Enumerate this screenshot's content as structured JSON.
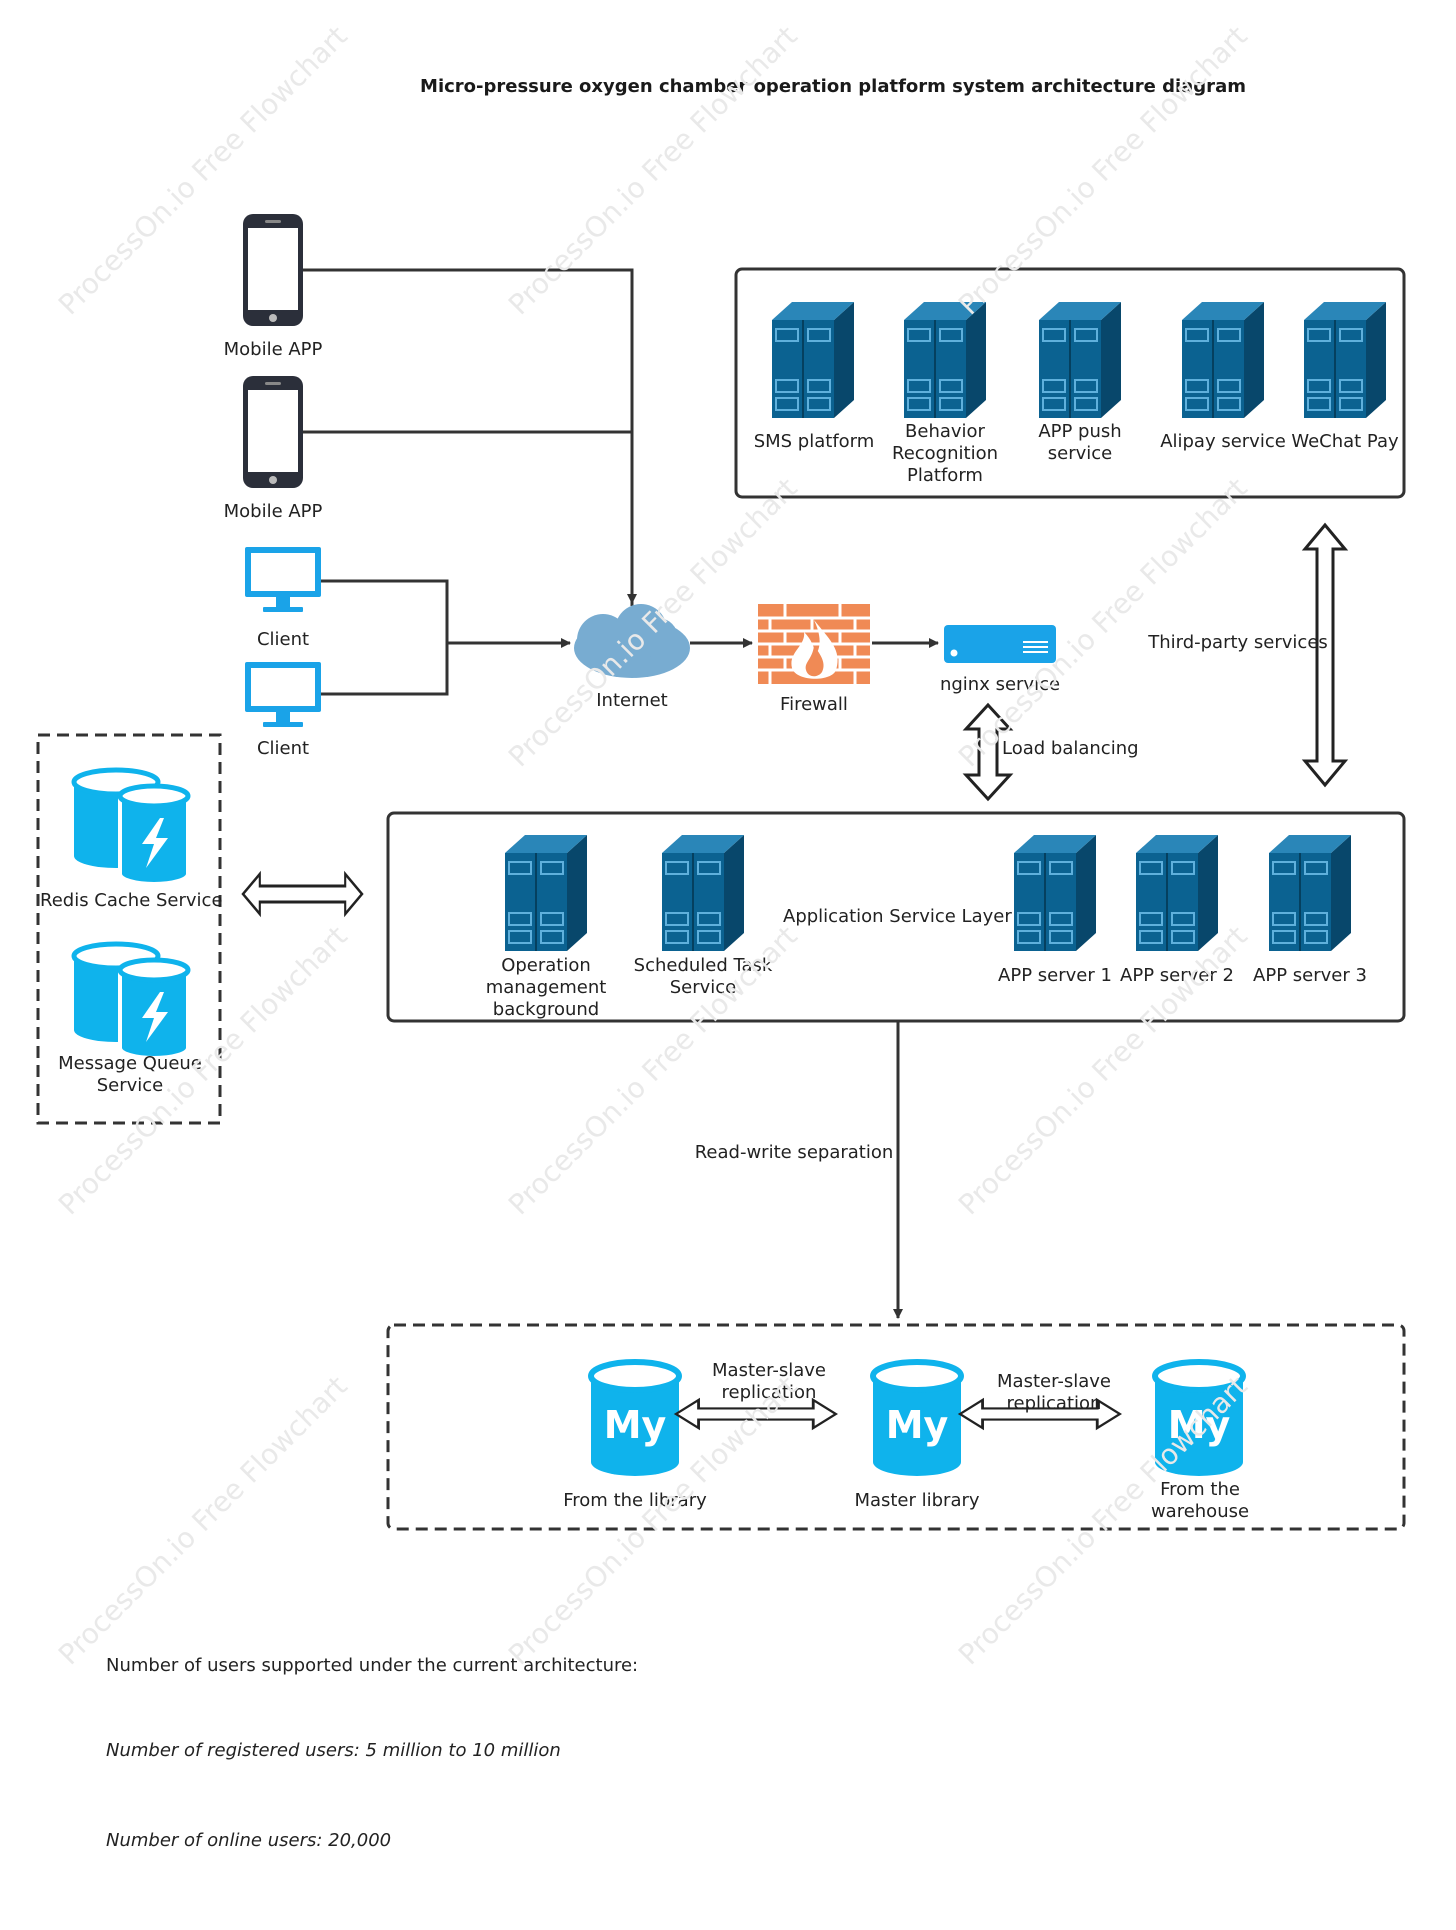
{
  "title": "Micro-pressure oxygen chamber operation platform system architecture diagram",
  "watermark": "ProcessOn.io Free Flowchart",
  "clients": {
    "mobile_1": "Mobile APP",
    "mobile_2": "Mobile APP",
    "client_1": "Client",
    "client_2": "Client"
  },
  "network": {
    "internet": "Internet",
    "firewall": "Firewall",
    "nginx": "nginx service",
    "load_balancing": "Load balancing"
  },
  "third_party": {
    "label": "Third-party services",
    "services": [
      "SMS platform",
      "Behavior Recognition Platform",
      "APP push service",
      "Alipay service",
      "WeChat Pay"
    ]
  },
  "middleware": {
    "redis": "Redis Cache Service",
    "mq": "Message Queue Service"
  },
  "app_layer": {
    "label": "Application Service Layer",
    "operation": "Operation management background",
    "scheduled": "Scheduled Task Service",
    "servers": [
      "APP server 1",
      "APP server 2",
      "APP server 3"
    ]
  },
  "database": {
    "read_write": "Read-write separation",
    "from_library": "From the library",
    "master_library": "Master library",
    "from_warehouse": "From the warehouse",
    "replication_1": "Master-slave replication",
    "replication_2": "Master-slave replication",
    "db_logo": "My"
  },
  "notes": {
    "heading": "Number of users supported under the current architecture:",
    "registered": "Number of registered users: 5 million to 10 million",
    "online": "Number of online users: 20,000"
  },
  "colors": {
    "server": "#0b6291",
    "server_side": "#08476b",
    "server_window": "#3d95c4",
    "client_blue": "#1aa3e8",
    "db_cyan": "#0fb3ec",
    "cloud": "#78acd1",
    "brick": "#f08a55",
    "line": "#333333"
  }
}
